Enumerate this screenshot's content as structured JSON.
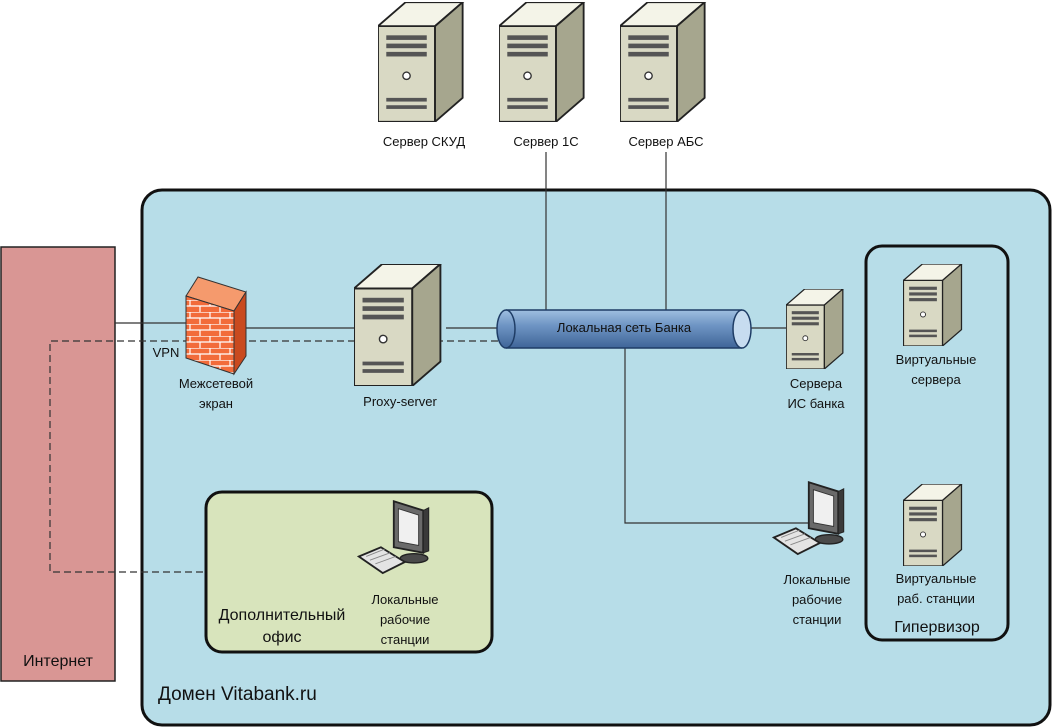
{
  "zones": {
    "internet": "Интернет",
    "domain": "Домен Vitabank.ru",
    "branch_office": "Дополнительный\nофис",
    "hypervisor": "Гипервизор"
  },
  "nodes": {
    "server_skud": "Сервер СКУД",
    "server_1c": "Сервер 1С",
    "server_abs": "Сервер АБС",
    "firewall": "Межсетевой\nэкран",
    "proxy": "Proxy-server",
    "lan": "Локальная сеть Банка",
    "is_servers": "Сервера\nИС банка",
    "virtual_servers": "Виртуальные\nсервера",
    "virtual_workstations": "Виртуальные\nраб. станции",
    "local_workstations": "Локальные\nрабочие\nстанции",
    "branch_workstations": "Локальные\nрабочие\nстанции"
  },
  "links": {
    "vpn": "VPN"
  }
}
